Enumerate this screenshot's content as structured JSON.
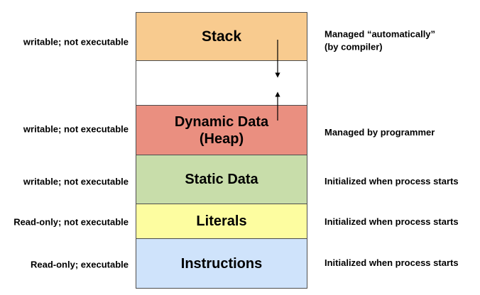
{
  "segments": {
    "stack": "Stack",
    "heap_line1": "Dynamic Data",
    "heap_line2": "(Heap)",
    "static": "Static Data",
    "literals": "Literals",
    "instructions": "Instructions"
  },
  "permissions": {
    "stack": "writable; not executable",
    "heap": "writable; not executable",
    "static": "writable; not executable",
    "literals": "Read-only; not executable",
    "instructions": "Read-only; executable"
  },
  "management": {
    "stack_line1": "Managed “automatically”",
    "stack_line2": "(by compiler)",
    "heap": "Managed by programmer",
    "static": "Initialized when process starts",
    "literals": "Initialized when process starts",
    "instructions": "Initialized when process starts"
  },
  "colors": {
    "stack": "#f8cb8f",
    "heap": "#ea8f80",
    "static": "#c8ddaa",
    "literals": "#fdfda0",
    "instructions": "#cfe3fb",
    "border": "#4d4d4d"
  }
}
